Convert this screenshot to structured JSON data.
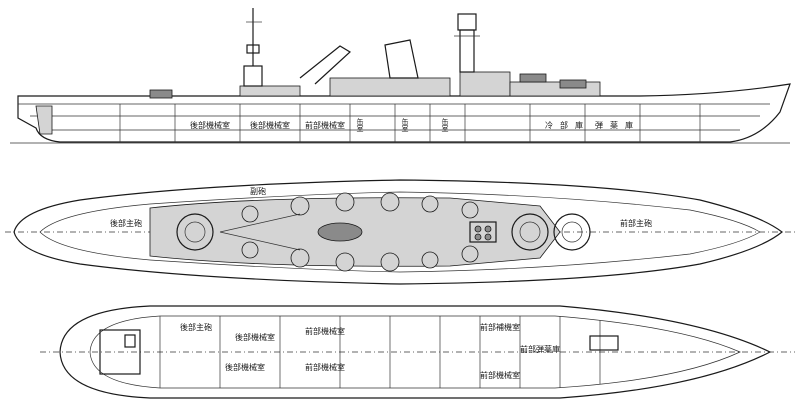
{
  "profile": {
    "labels": [
      "後部機械室",
      "後部機械室",
      "前部機械室"
    ],
    "vertical_labels": [
      "缶室",
      "缶室",
      "缶室"
    ],
    "bow_labels": [
      "冷",
      "部",
      "庫",
      "弾",
      "薬",
      "庫"
    ]
  },
  "plan": {
    "labels": [
      "後部主砲",
      "前部主砲",
      "副砲"
    ]
  },
  "hold": {
    "labels": [
      "後部機械室",
      "前部機械室",
      "後部機械室",
      "前部機械室",
      "前部弾薬庫"
    ],
    "side_labels": [
      "後部主砲",
      "前部補機室",
      "前部機械室"
    ]
  }
}
